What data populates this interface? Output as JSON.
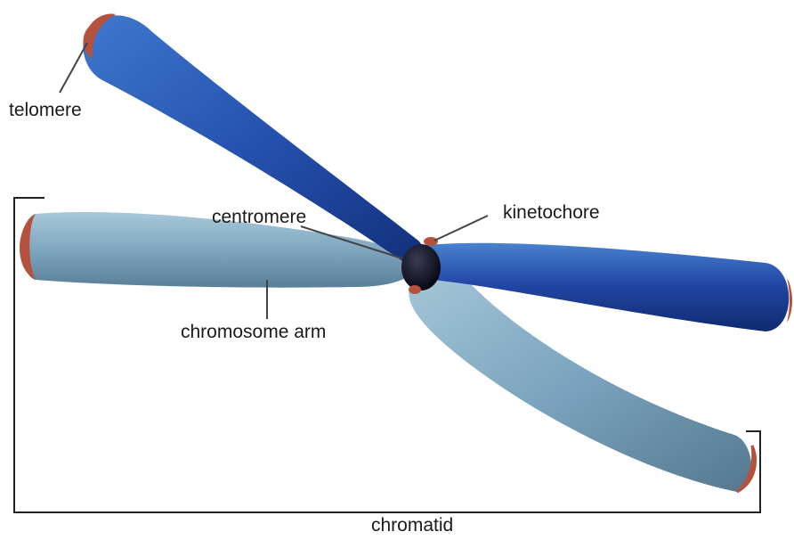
{
  "diagram": {
    "labels": {
      "telomere": "telomere",
      "centromere": "centromere",
      "kinetochore": "kinetochore",
      "chromosome_arm": "chromosome arm",
      "chromatid": "chromatid"
    },
    "colors": {
      "dark_chromatid": "#1f4aa8",
      "light_chromatid": "#7fa8c4",
      "telomere": "#b5523d",
      "centromere": "#0b0b1e",
      "bracket": "#222222"
    }
  }
}
